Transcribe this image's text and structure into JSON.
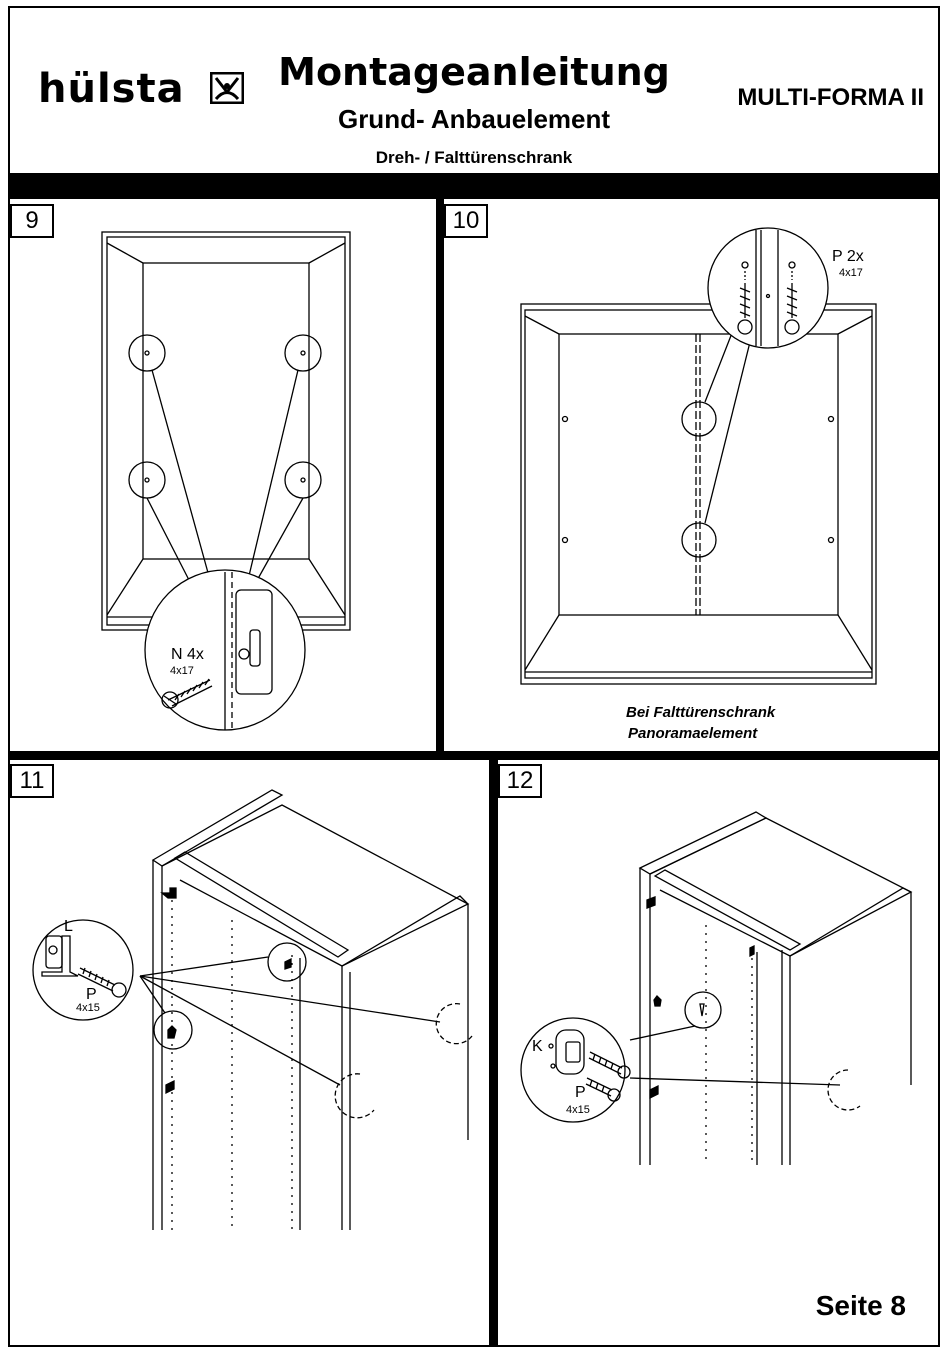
{
  "header": {
    "brand": "hülsta",
    "title": "Montageanleitung",
    "subtitle": "Grund- Anbauelement",
    "subsubtitle": "Dreh- / Falttürenschrank",
    "model": "MULTI-FORMA II"
  },
  "steps": {
    "s9": {
      "number": "9",
      "part_label": "N 4x",
      "part_size": "4x17"
    },
    "s10": {
      "number": "10",
      "part_label": "P 2x",
      "part_size": "4x17",
      "note_line1": "Bei  Falttürenschrank",
      "note_line2": "Panoramaelement"
    },
    "s11": {
      "number": "11",
      "part_label_l": "L",
      "part_label_p": "P",
      "part_size": "4x15"
    },
    "s12": {
      "number": "12",
      "part_label_k": "K",
      "part_label_p": "P",
      "part_size": "4x15"
    }
  },
  "footer": {
    "page": "Seite 8"
  }
}
